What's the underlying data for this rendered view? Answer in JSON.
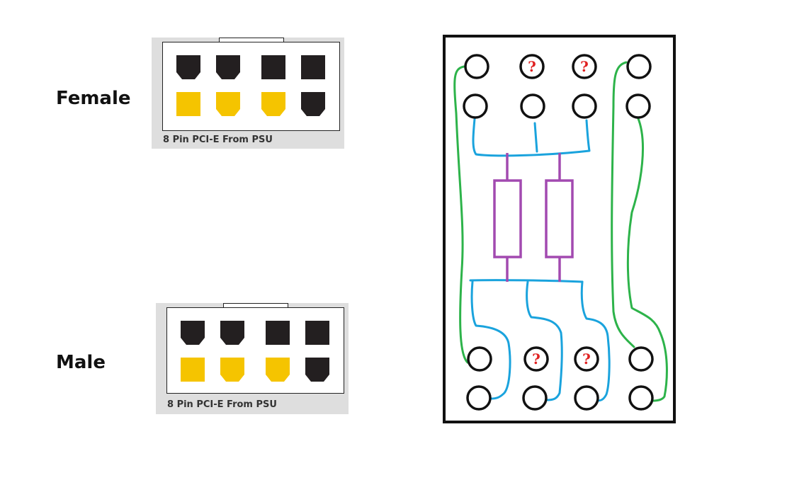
{
  "connectors": [
    {
      "id": "female",
      "label": "Female",
      "caption": "8 Pin PCI-E From PSU",
      "pins": [
        {
          "color": "black",
          "shape": "rounded-bottom"
        },
        {
          "color": "black",
          "shape": "rounded-bottom"
        },
        {
          "color": "black",
          "shape": "square"
        },
        {
          "color": "black",
          "shape": "square"
        },
        {
          "color": "yellow",
          "shape": "square"
        },
        {
          "color": "yellow",
          "shape": "rounded-bottom"
        },
        {
          "color": "yellow",
          "shape": "rounded-bottom"
        },
        {
          "color": "black",
          "shape": "rounded-bottom"
        }
      ]
    },
    {
      "id": "male",
      "label": "Male",
      "caption": "8 Pin PCI-E From PSU",
      "pins": [
        {
          "color": "black",
          "shape": "rounded-bottom"
        },
        {
          "color": "black",
          "shape": "rounded-bottom"
        },
        {
          "color": "black",
          "shape": "square"
        },
        {
          "color": "black",
          "shape": "square"
        },
        {
          "color": "yellow",
          "shape": "square"
        },
        {
          "color": "yellow",
          "shape": "rounded-bottom"
        },
        {
          "color": "yellow",
          "shape": "rounded-bottom"
        },
        {
          "color": "black",
          "shape": "rounded-bottom"
        }
      ]
    }
  ],
  "board": {
    "unknown_pad_mark": "?",
    "colors": {
      "pin_black": "#231f20",
      "pin_yellow": "#f5c400",
      "trace_blue": "#1aa3dd",
      "trace_green": "#2db34a",
      "resistor_purple": "#a24ab0",
      "question_red": "#e02020",
      "outline": "#111111"
    }
  }
}
